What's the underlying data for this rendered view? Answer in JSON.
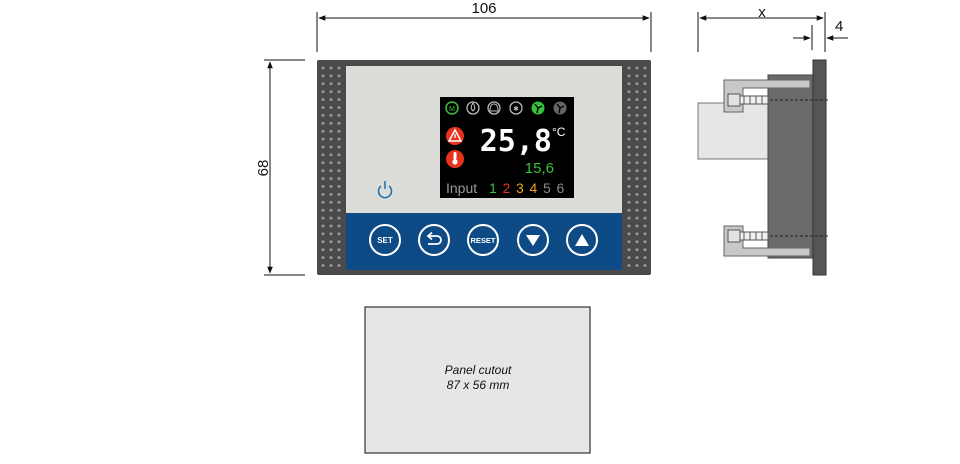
{
  "dimensions": {
    "width": "106",
    "height": "68",
    "depth": "x",
    "bezel": "4"
  },
  "display": {
    "main_value": "25,8",
    "unit": "°C",
    "secondary_value": "15,6",
    "input_label": "Input",
    "inputs": [
      {
        "num": "1",
        "color": "#35c33a"
      },
      {
        "num": "2",
        "color": "#e8321f"
      },
      {
        "num": "3",
        "color": "#f0a21b"
      },
      {
        "num": "4",
        "color": "#f0a21b"
      },
      {
        "num": "5",
        "color": "#8c8c8c"
      },
      {
        "num": "6",
        "color": "#8c8c8c"
      }
    ],
    "status_icons": [
      "m-icon",
      "drop-icon",
      "bell-icon",
      "compressor-icon",
      "fan-on-icon",
      "fan-off-icon"
    ],
    "alarm_icons": [
      "warning-icon",
      "thermometer-icon"
    ]
  },
  "buttons": {
    "set": "SET",
    "back": "",
    "reset": "RESET",
    "down": "",
    "up": ""
  },
  "cutout": {
    "line1": "Panel cutout",
    "line2": "87 x 56 mm"
  },
  "colors": {
    "bezel": "#4a4a4a",
    "face": "#dcdcd8",
    "button_bar": "#0e4b86",
    "lcd_bg": "#000000",
    "lcd_green": "#35c33a",
    "lcd_red": "#e8321f"
  }
}
